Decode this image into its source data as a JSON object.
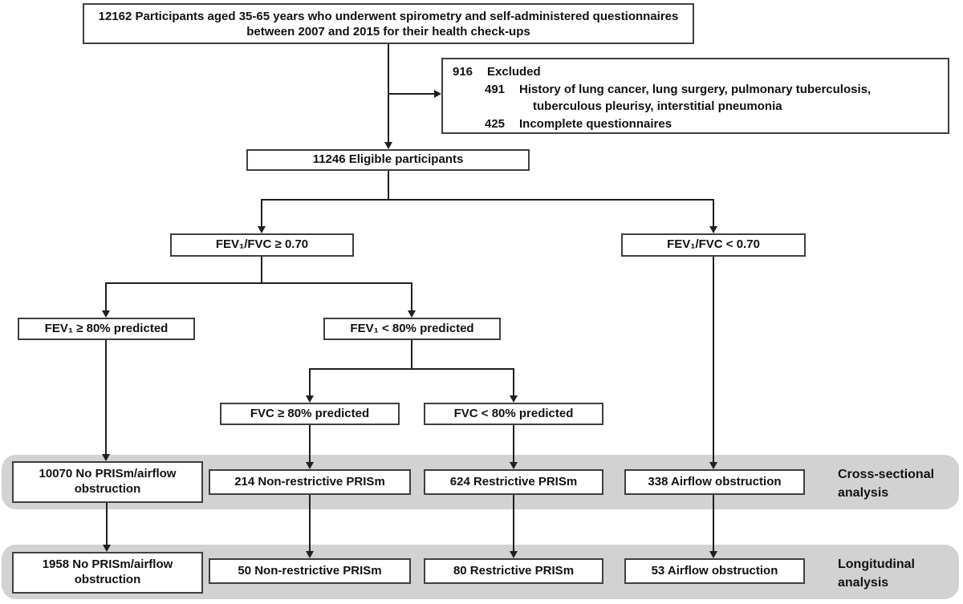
{
  "diagram": {
    "top": "12162 Participants aged 35-65 years who underwent spirometry and self-administered questionnaires between 2007 and 2015 for their health check-ups",
    "exclusion": {
      "count": "916",
      "label": "Excluded",
      "item1_count": "491",
      "item1_line1": "History of lung cancer, lung surgery, pulmonary tuberculosis,",
      "item1_line2": "tuberculous pleurisy, interstitial pneumonia",
      "item2_count": "425",
      "item2_label": "Incomplete questionnaires"
    },
    "eligible": "11246 Eligible participants",
    "ratio_ge": "FEV₁/FVC ≥ 0.70",
    "ratio_lt": "FEV₁/FVC < 0.70",
    "fev1_ge": "FEV₁ ≥ 80% predicted",
    "fev1_lt": "FEV₁ < 80% predicted",
    "fvc_ge": "FVC ≥ 80% predicted",
    "fvc_lt": "FVC < 80% predicted",
    "cross_sectional": {
      "no_prism": "10070 No PRISm/airflow obstruction",
      "non_restrictive": "214 Non-restrictive PRISm",
      "restrictive": "624 Restrictive PRISm",
      "airflow": "338 Airflow obstruction",
      "label": "Cross-sectional analysis"
    },
    "longitudinal": {
      "no_prism": "1958 No PRISm/airflow obstruction",
      "non_restrictive": "50 Non-restrictive PRISm",
      "restrictive": "80 Restrictive PRISm",
      "airflow": "53 Airflow obstruction",
      "label": "Longitudinal analysis"
    },
    "colors": {
      "band": "#d2d2d2",
      "line": "#1f1f1f",
      "box_border": "#3f3f3f",
      "text": "#111111",
      "background": "#ffffff"
    }
  }
}
